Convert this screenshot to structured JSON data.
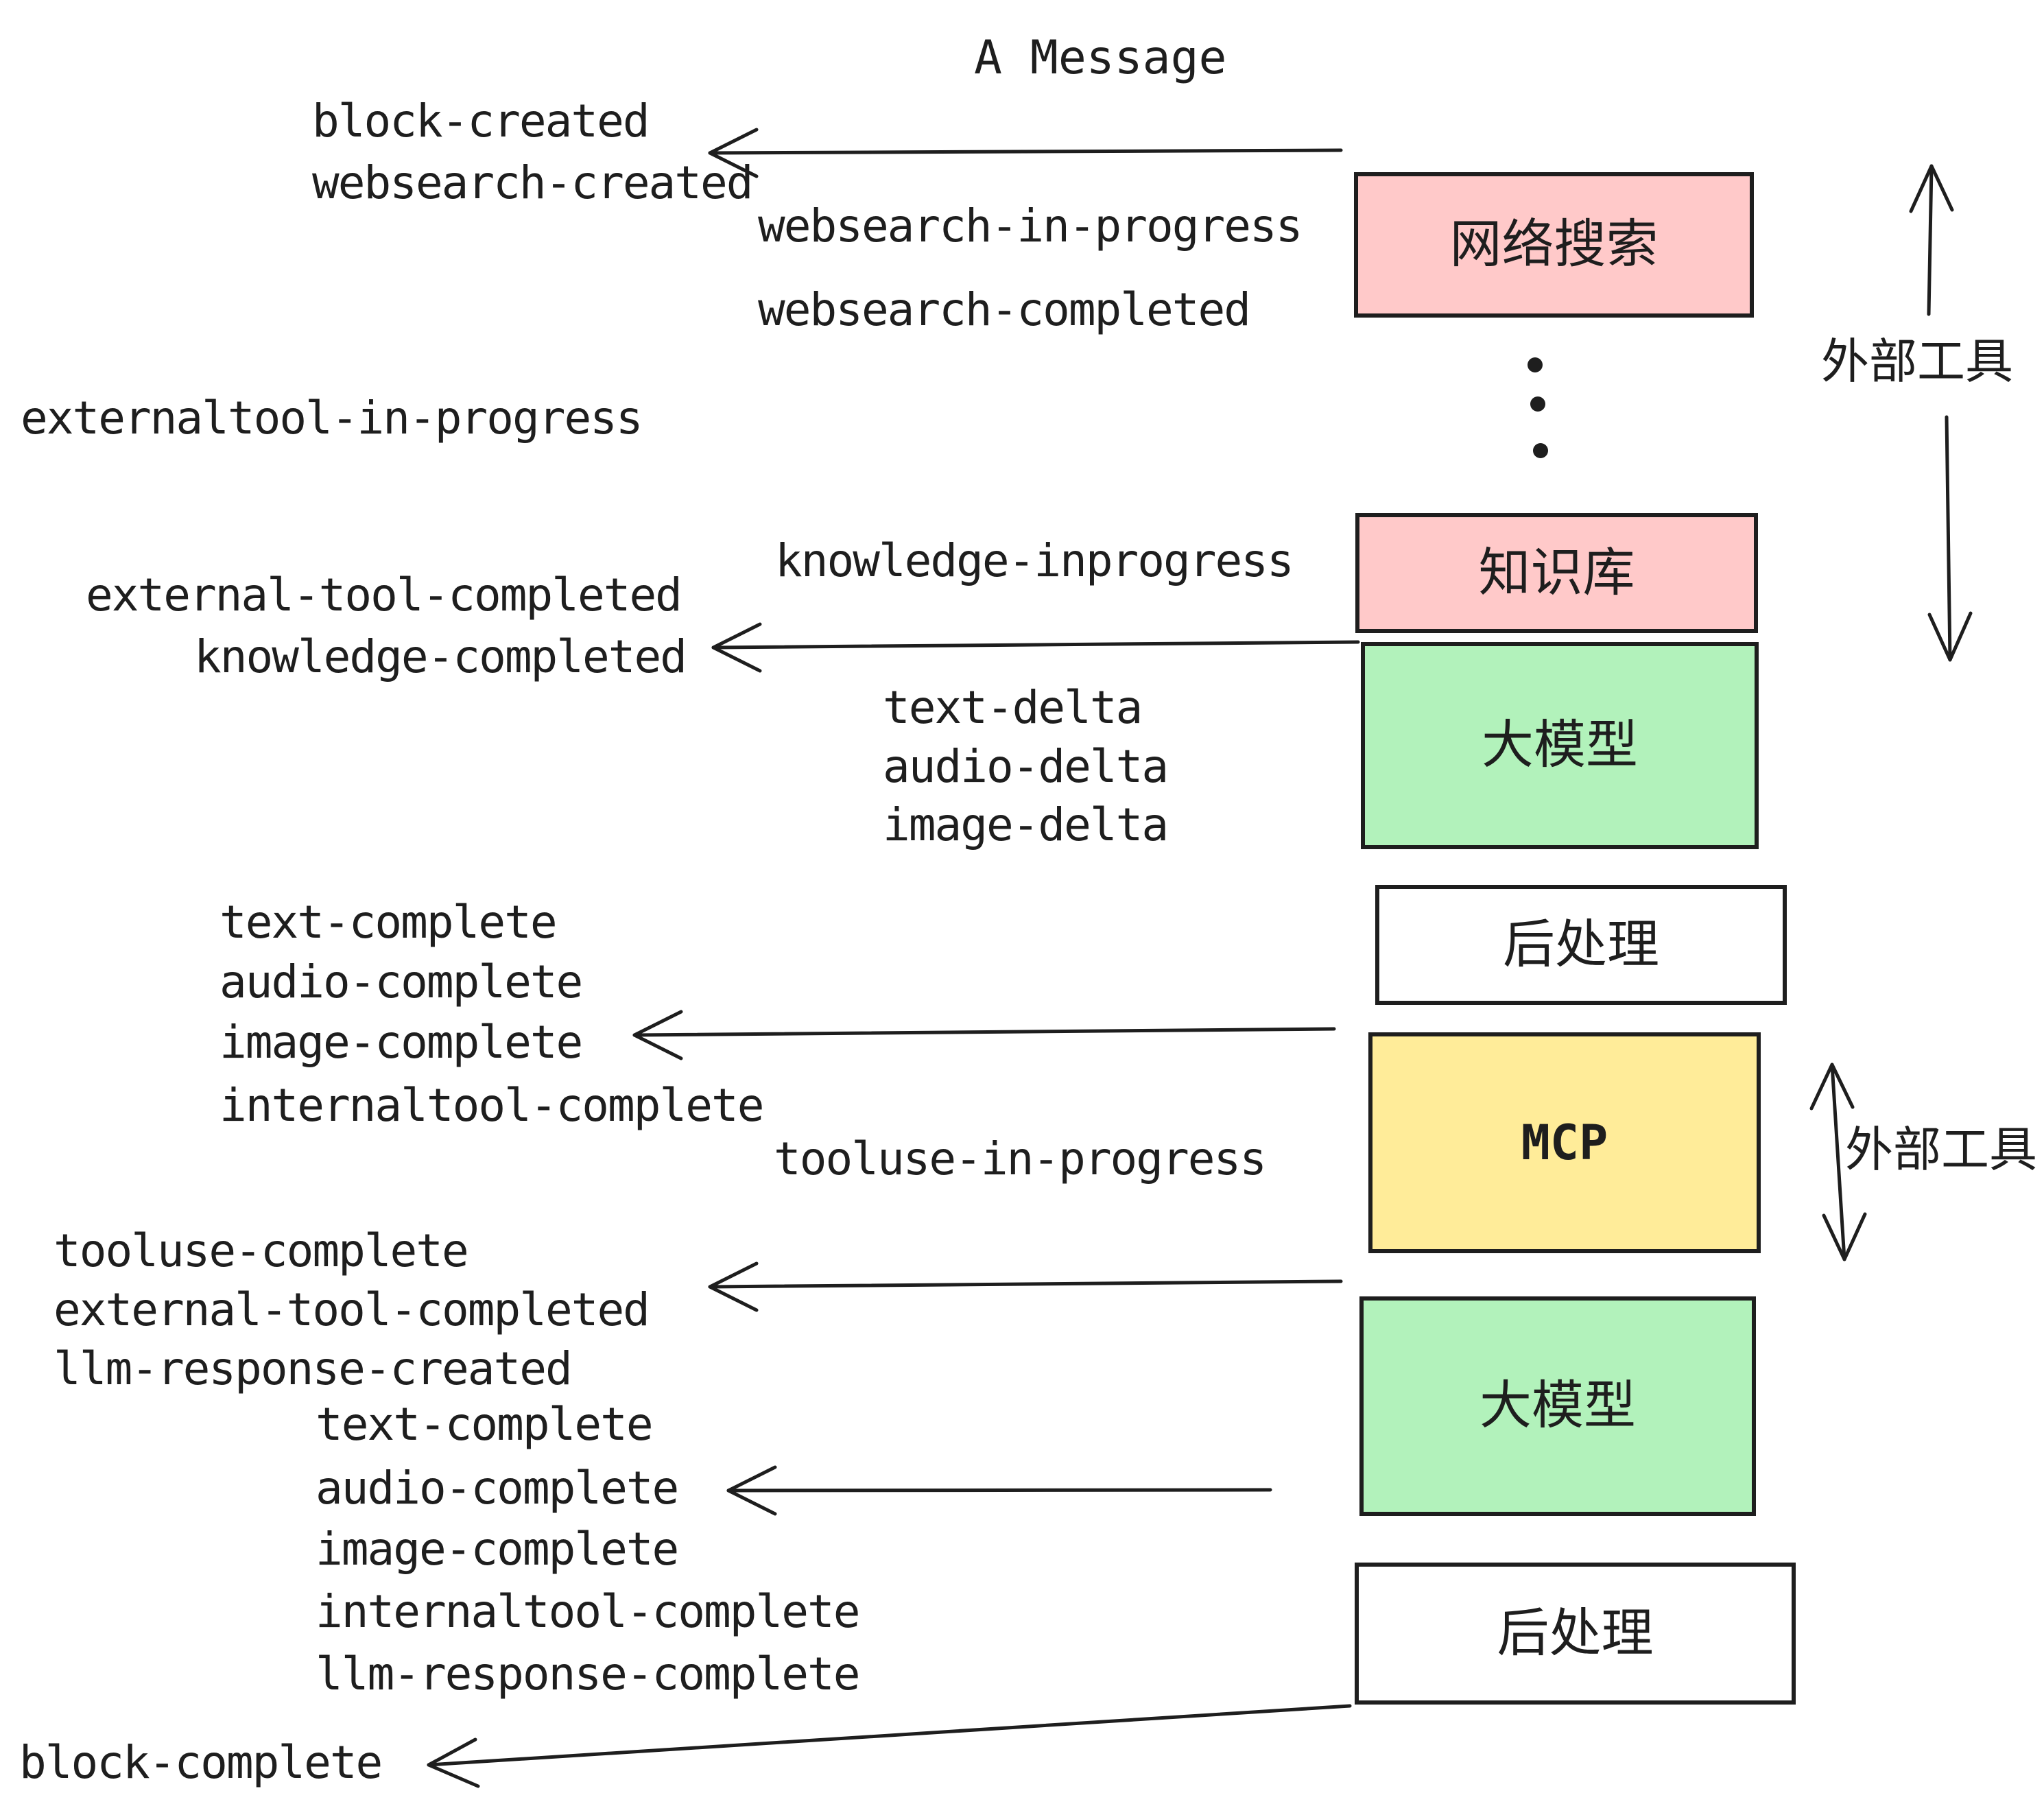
{
  "title": "A Message",
  "colors": {
    "pink": "#ffc9c9",
    "green": "#b2f2bb",
    "yellow": "#ffec99",
    "white": "#ffffff",
    "ink": "#1e1e1e"
  },
  "boxes": {
    "websearch": {
      "label": "网络搜索"
    },
    "knowledge": {
      "label": "知识库"
    },
    "llm1": {
      "label": "大模型"
    },
    "post1": {
      "label": "后处理"
    },
    "mcp": {
      "label": "MCP"
    },
    "llm2": {
      "label": "大模型"
    },
    "post2": {
      "label": "后处理"
    }
  },
  "events": {
    "block_created": "block-created",
    "websearch_created": "websearch-created",
    "websearch_in_progress": "websearch-in-progress",
    "websearch_completed": "websearch-completed",
    "externaltool_in_progress": "externaltool-in-progress",
    "knowledge_inprogress": "knowledge-inprogress",
    "external_tool_completed": "external-tool-completed",
    "knowledge_completed": "knowledge-completed",
    "text_delta": "text-delta",
    "audio_delta": "audio-delta",
    "image_delta": "image-delta",
    "text_complete": "text-complete",
    "audio_complete": "audio-complete",
    "image_complete": "image-complete",
    "internaltool_complete": "internaltool-complete",
    "tooluse_in_progress": "tooluse-in-progress",
    "tooluse_complete": "tooluse-complete",
    "external_tool_completed2": "external-tool-completed",
    "llm_response_created": "llm-response-created",
    "text_complete2": "text-complete",
    "audio_complete2": "audio-complete",
    "image_complete2": "image-complete",
    "internaltool_complete2": "internaltool-complete",
    "llm_response_complete": "llm-response-complete",
    "block_complete": "block-complete"
  },
  "annotations": {
    "external_tools_top": "外部工具",
    "external_tools_mcp": "外部工具"
  }
}
